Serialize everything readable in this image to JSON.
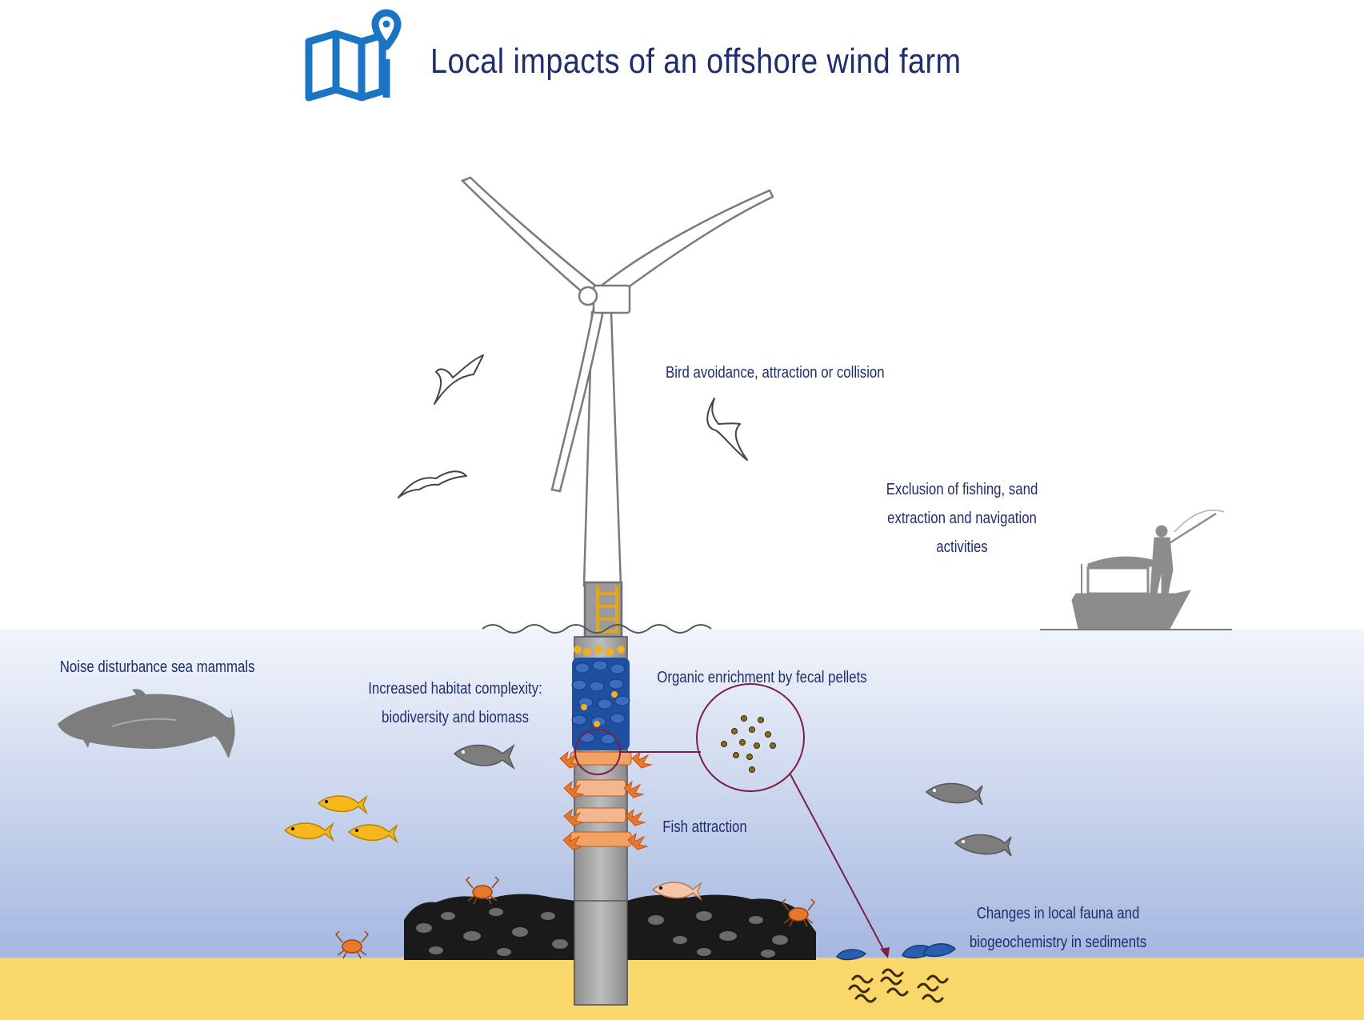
{
  "title": "Local impacts of an offshore wind farm",
  "icons": {
    "title_icon": "map-pin-icon",
    "birds": "seagull-icon",
    "whale": "whale-icon",
    "boat": "fishing-boat-icon"
  },
  "colors": {
    "title": "#1f2d6b",
    "icon_blue": "#1c74c4",
    "sea_top": "#f2f5fb",
    "sea_bottom": "#a5b7e0",
    "seabed": "#fad76a",
    "pellet_circle": "#7a1f4a",
    "grey_animal": "#7d7d7d",
    "yellow_fish": "#f4b81a",
    "mussel_blue": "#1f4fa0",
    "anemone_orange": "#e8782a"
  },
  "labels": {
    "birds": "Bird avoidance, attraction or collision",
    "fishing_line1": "Exclusion of fishing, sand",
    "fishing_line2": "extraction and navigation",
    "fishing_line3": "activities",
    "mammals": "Noise disturbance sea mammals",
    "habitat_line1": "Increased habitat complexity:",
    "habitat_line2": "biodiversity and biomass",
    "organic": "Organic enrichment by fecal pellets",
    "fish": "Fish attraction",
    "sediment_line1": "Changes in local fauna and",
    "sediment_line2": "biogeochemistry in sediments"
  }
}
